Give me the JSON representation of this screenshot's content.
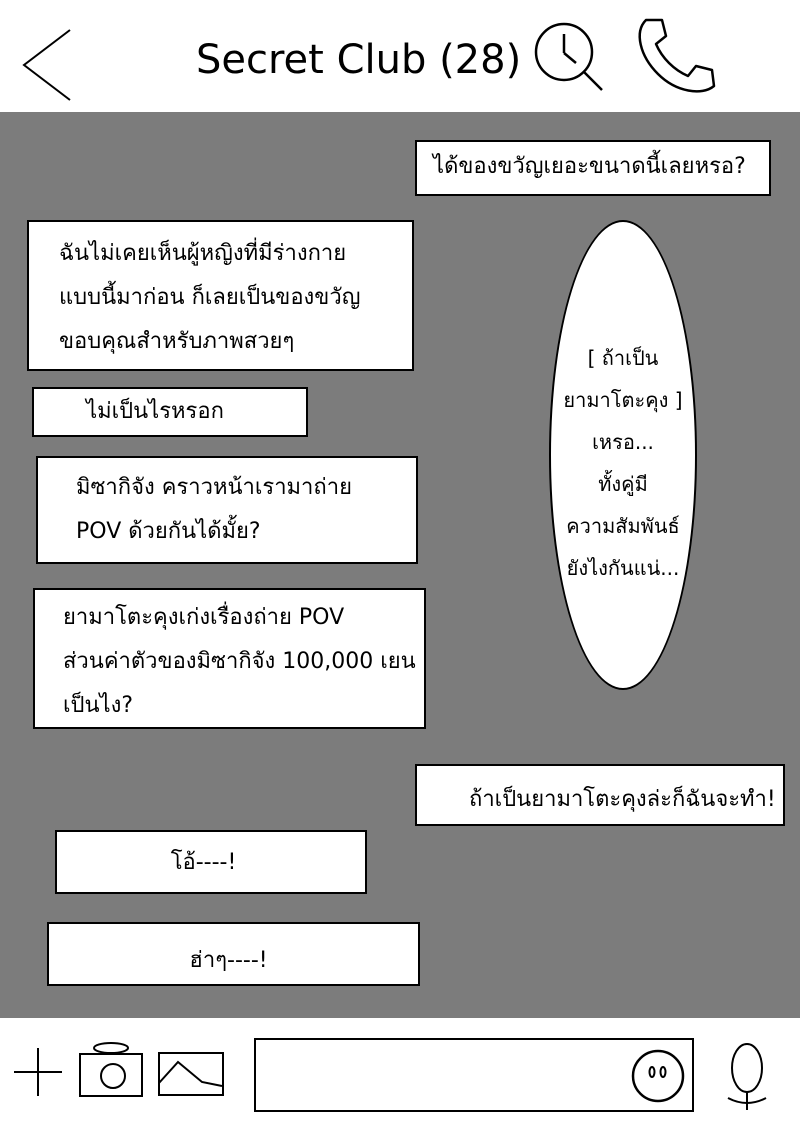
{
  "header": {
    "title": "Secret Club (28)",
    "back_icon": "back-chevron-icon",
    "search_icon": "search-icon",
    "call_icon": "phone-icon"
  },
  "messages": [
    {
      "side": "right",
      "lines": [
        "ได้ของขวัญเยอะขนาดนี้เลยหรอ?"
      ]
    },
    {
      "side": "left",
      "lines": [
        "ฉันไม่เคยเห็นผู้หญิงที่มีร่างกาย",
        "แบบนี้มาก่อน ก็เลยเป็นของขวัญ",
        "ขอบคุณสำหรับภาพสวยๆ"
      ]
    },
    {
      "side": "left",
      "lines": [
        "ไม่เป็นไรหรอก"
      ]
    },
    {
      "side": "left",
      "lines": [
        "มิซากิจัง คราวหน้าเรามาถ่าย",
        "POV ด้วยกันได้มั้ย?"
      ]
    },
    {
      "side": "left",
      "lines": [
        "ยามาโตะคุงเก่งเรื่องถ่าย POV",
        "ส่วนค่าตัวของมิซากิจัง 100,000 เยน",
        "เป็นไง?"
      ]
    },
    {
      "side": "right",
      "lines": [
        "ถ้าเป็นยามาโตะคุงล่ะก็ฉันจะทำ!"
      ]
    },
    {
      "side": "left",
      "lines": [
        "โอ้----!"
      ]
    },
    {
      "side": "left",
      "lines": [
        "ฮ่าๆ----!"
      ]
    }
  ],
  "thought": {
    "lines": [
      "[ ถ้าเป็น",
      "ยามาโตะคุง ]",
      "เหรอ...",
      "ทั้งคู่มี",
      "ความสัมพันธ์",
      "ยังไงกันแน่..."
    ]
  },
  "footer": {
    "input_value": "",
    "icons": [
      "plus-icon",
      "camera-icon",
      "image-icon",
      "emoji-icon",
      "mic-icon"
    ]
  },
  "colors": {
    "chat_background": "#7c7c7c",
    "bubble": "#ffffff",
    "stroke": "#000000"
  }
}
